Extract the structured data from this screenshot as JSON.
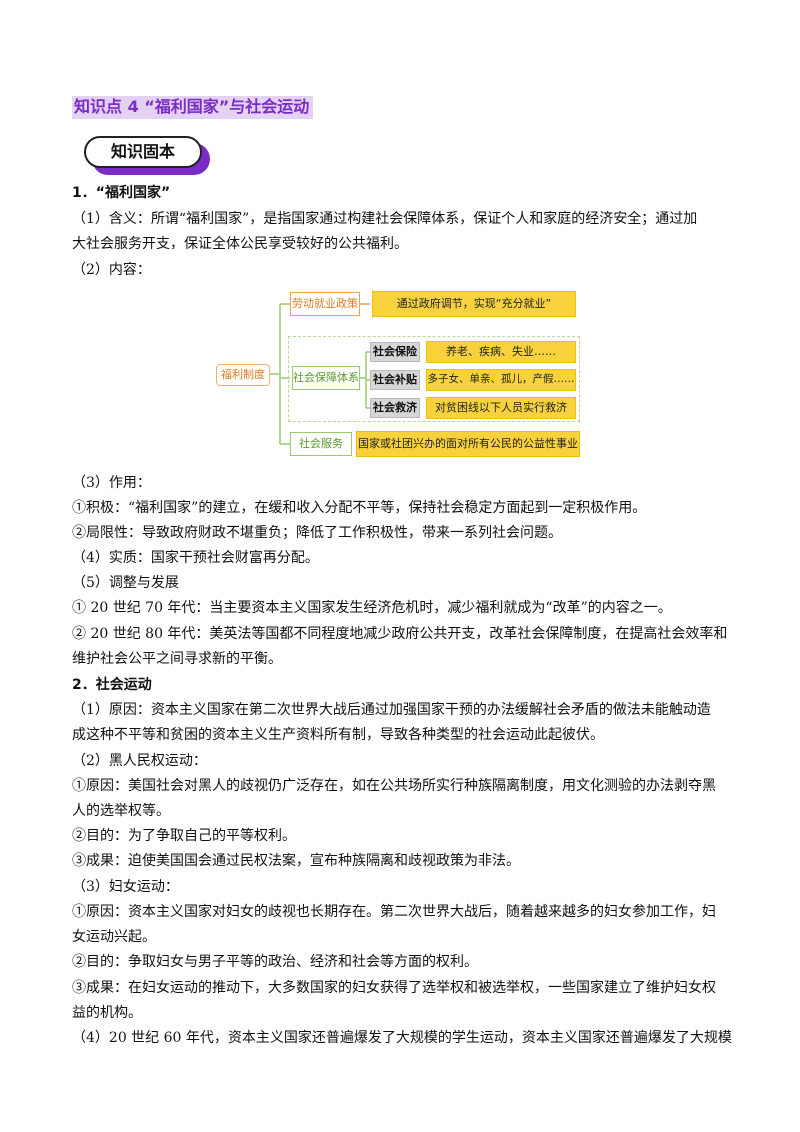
{
  "section_title": "知识点 4 “福利国家”与社会运动",
  "badge_label": "知识固本",
  "lines": [
    "1．“福利国家”",
    "（1）含义：所谓“福利国家”，是指国家通过构建社会保障体系，保证个人和家庭的经济安全；通过加",
    "大社会服务开支，保证全体公民享受较好的公共福利。",
    "（2）内容：",
    "（3）作用：",
    "①积极：“福利国家”的建立，在缓和收入分配不平等，保持社会稳定方面起到一定积极作用。",
    "②局限性：导致政府财政不堪重负；降低了工作积极性，带来一系列社会问题。",
    "（4）实质：国家干预社会财富再分配。",
    "（5）调整与发展",
    "① 20 世纪 70 年代：当主要资本主义国家发生经济危机时，减少福利就成为“改革”的内容之一。",
    "② 20 世纪 80 年代：美英法等国都不同程度地减少政府公共开支，改革社会保障制度，在提高社会效率和",
    "维护社会公平之间寻求新的平衡。",
    "2．社会运动",
    "（1）原因：资本主义国家在第二次世界大战后通过加强国家干预的办法缓解社会矛盾的做法未能触动造",
    "成这种不平等和贫困的资本主义生产资料所有制，导致各种类型的社会运动此起彼伏。",
    "（2）黑人民权运动：",
    "①原因：美国社会对黑人的歧视仍广泛存在，如在公共场所实行种族隔离制度，用文化测验的办法剥夺黑",
    "人的选举权等。",
    "②目的：为了争取自己的平等权利。",
    "③成果：迫使美国国会通过民权法案，宣布种族隔离和歧视政策为非法。",
    "（3）妇女运动：",
    "①原因：资本主义国家对妇女的歧视也长期存在。第二次世界大战后，随着越来越多的妇女参加工作，妇",
    "女运动兴起。",
    "②目的：争取妇女与男子平等的政治、经济和社会等方面的权利。",
    "③成果：在妇女运动的推动下，大多数国家的妇女获得了选举权和被选举权，一些国家建立了维护妇女权",
    "益的机构。",
    "（4）20 世纪 60 年代，资本主义国家还普遍爆发了大规模的学生运动，资本主义国家还普遍爆发了大规模"
  ],
  "diagram": {
    "root": "福利制度",
    "branch1": "劳动就业政策",
    "branch1_desc": "通过政府调节，实现“充分就业”",
    "branch2": "社会保障体系",
    "sub": [
      {
        "label": "社会保险",
        "desc": "养老、疾病、失业……"
      },
      {
        "label": "社会补贴",
        "desc": "多子女、单亲、孤儿，产假……"
      },
      {
        "label": "社会救济",
        "desc": "对贫困线以下人员实行救济"
      }
    ],
    "branch3": "社会服务",
    "branch3_desc": "国家或社团兴办的面对所有公民的公益性事业"
  },
  "colors": {
    "accent": "#7a2cc4",
    "highlight": "#e3d2f4",
    "orange": "#e07a20",
    "green": "#5a9a2a",
    "yellow": "#f7d23c"
  }
}
